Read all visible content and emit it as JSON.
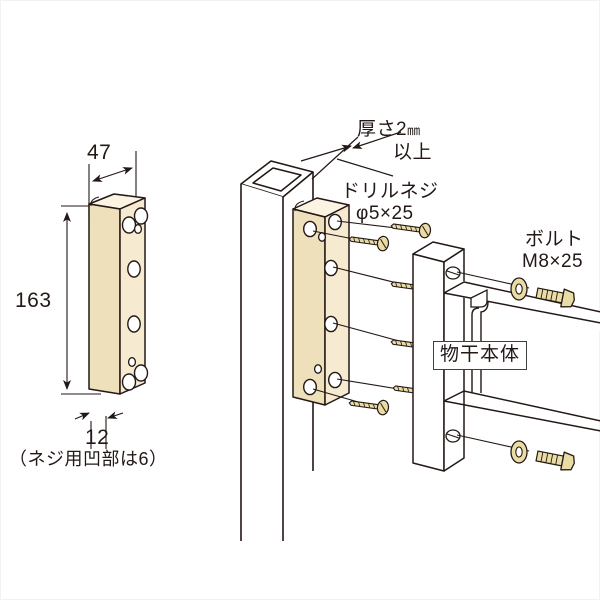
{
  "document": {
    "type": "technical-assembly-diagram",
    "subject": "物干本体 取付金具 (laundry pole mount bracket)",
    "background_color": "#ffffff",
    "line_color": "#231815",
    "plate_color": "#f6ead0",
    "plate_shade_color": "#e8d7ae",
    "hardware_color": "#e8dba0"
  },
  "left_view": {
    "title_width_dim": "47",
    "height_dim": "163",
    "thickness_dim": "12",
    "note": "（ネジ用凹部は6）"
  },
  "center_view": {
    "thickness_label_line1": "厚さ2",
    "thickness_label_unit": "㎜",
    "thickness_label_line2": "以上",
    "screw_label_line1": "ドリルネジ",
    "screw_label_line2": "φ5×25"
  },
  "right_view": {
    "bolt_label_line1": "ボルト",
    "bolt_label_line2": "M8×25",
    "body_label": "物干本体"
  },
  "parts": {
    "mount_plate": "mounting-plate",
    "square_post": "square-post",
    "drill_screw": "drill-screw",
    "hex_bolt": "hex-bolt",
    "washer": "washer",
    "bracket": "wall-bracket"
  },
  "colors": {
    "outline": "#231815",
    "plate_face": "#f6ead0",
    "plate_edge_top": "#fbf4e3",
    "plate_edge_side": "#e5d2a6",
    "metal": "#e9dca4",
    "metal_dark": "#d8c77f",
    "white_part": "#ffffff"
  }
}
